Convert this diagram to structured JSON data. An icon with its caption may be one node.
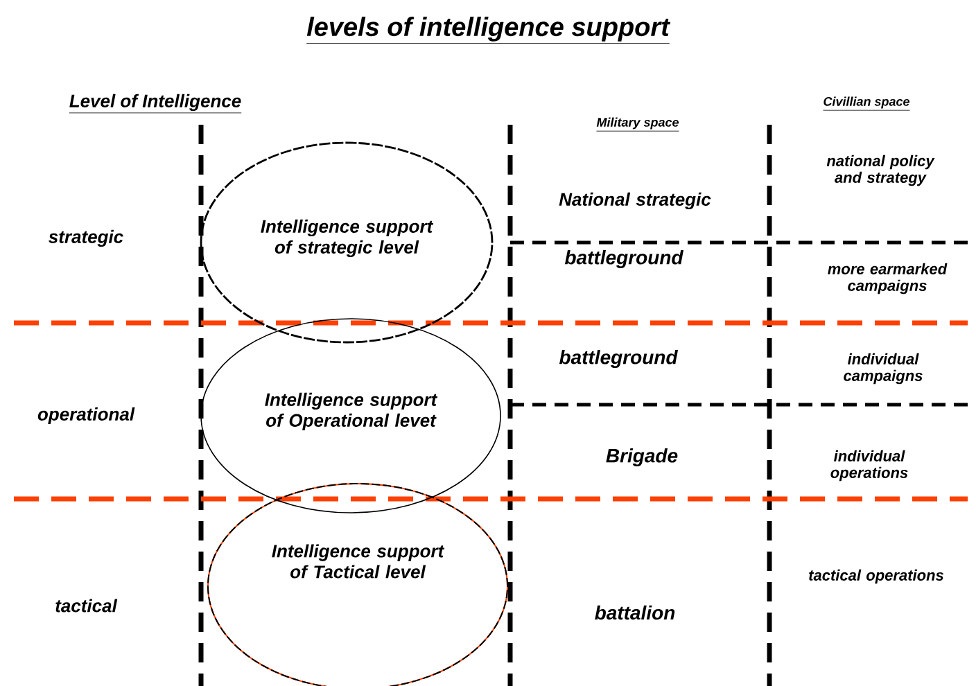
{
  "diagram": {
    "title": "levels of intelligence support",
    "nodes": [
      {
        "text": [
          "Intelligence support of strategic level"
        ]
      },
      {
        "text": [
          "Intelligence support of Operational levet"
        ]
      },
      {
        "text": [
          "Intelligence support of Tactical level"
        ]
      }
    ],
    "labels": [
      "Level of Intelligence",
      "Military space",
      "Civillian space",
      "national policy and strategy",
      "National strategic",
      "strategic",
      "battleground",
      "more earmarked campaigns",
      "battleground",
      "individual campaigns",
      "operational",
      "Brigade",
      "individual operations",
      "tactical operations",
      "tactical",
      "battalion"
    ]
  }
}
